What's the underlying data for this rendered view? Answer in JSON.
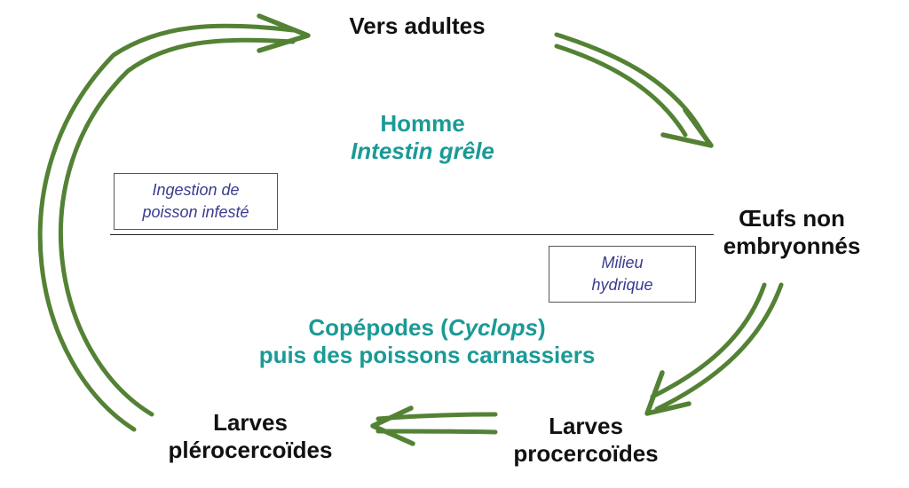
{
  "colors": {
    "arrow": "#548235",
    "host_text": "#1b9a96",
    "note_text": "#3b3b8f",
    "stage_text": "#111111",
    "divider": "#222222"
  },
  "stages": {
    "adult_worms": "Vers adultes",
    "eggs": [
      "Œufs non",
      "embryonnés"
    ],
    "procercoid": [
      "Larves",
      "procercoïdes"
    ],
    "plerocercoid": [
      "Larves",
      "plérocercoïdes"
    ]
  },
  "definitive_host": {
    "name": "Homme",
    "site": "Intestin grêle"
  },
  "intermediate_hosts": {
    "line1_prefix": "Copépodes (",
    "line1_italic": "Cyclops",
    "line1_suffix": ")",
    "line2": "puis des poissons carnassiers"
  },
  "notes": {
    "ingestion": [
      "Ingestion de",
      "poisson infesté"
    ],
    "environment": [
      "Milieu",
      "hydrique"
    ]
  },
  "arrows": [
    {
      "from": "adult_worms",
      "to": "eggs",
      "icon": "double-line-arrow"
    },
    {
      "from": "eggs",
      "to": "procercoid",
      "icon": "double-line-arrow"
    },
    {
      "from": "procercoid",
      "to": "plerocercoid",
      "icon": "double-line-arrow"
    },
    {
      "from": "plerocercoid",
      "to": "adult_worms",
      "icon": "double-line-arrow"
    }
  ]
}
